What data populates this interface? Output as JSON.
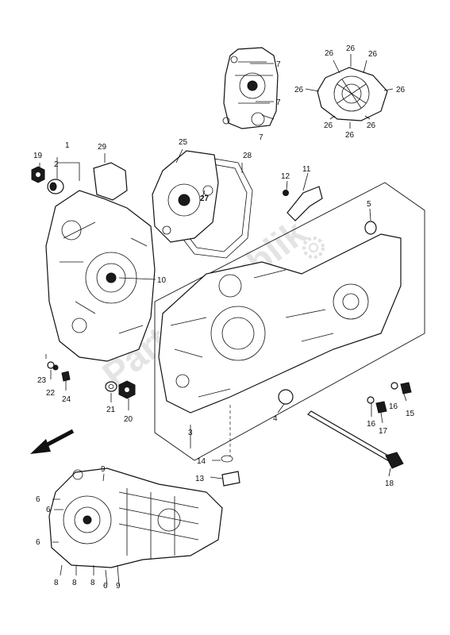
{
  "watermark": "PartsRepublik",
  "callouts": {
    "c1": "1",
    "c2": "2",
    "c3": "3",
    "c4": "4",
    "c5": "5",
    "c6a": "6",
    "c6b": "6",
    "c6c": "6",
    "c6d": "6",
    "c7a": "7",
    "c7b": "7",
    "c7c": "7",
    "c8a": "8",
    "c8b": "8",
    "c8c": "8",
    "c9a": "9",
    "c9b": "9",
    "c10": "10",
    "c11": "11",
    "c12": "12",
    "c13": "13",
    "c14": "14",
    "c15": "15",
    "c16a": "16",
    "c16b": "16",
    "c17": "17",
    "c18": "18",
    "c19": "19",
    "c20": "20",
    "c21": "21",
    "c22": "22",
    "c23": "23",
    "c24": "24",
    "c25": "25",
    "c26a": "26",
    "c26b": "26",
    "c26c": "26",
    "c26d": "26",
    "c26e": "26",
    "c26f": "26",
    "c26g": "26",
    "c26h": "26",
    "c27": "27",
    "c28": "28",
    "c29": "29"
  }
}
